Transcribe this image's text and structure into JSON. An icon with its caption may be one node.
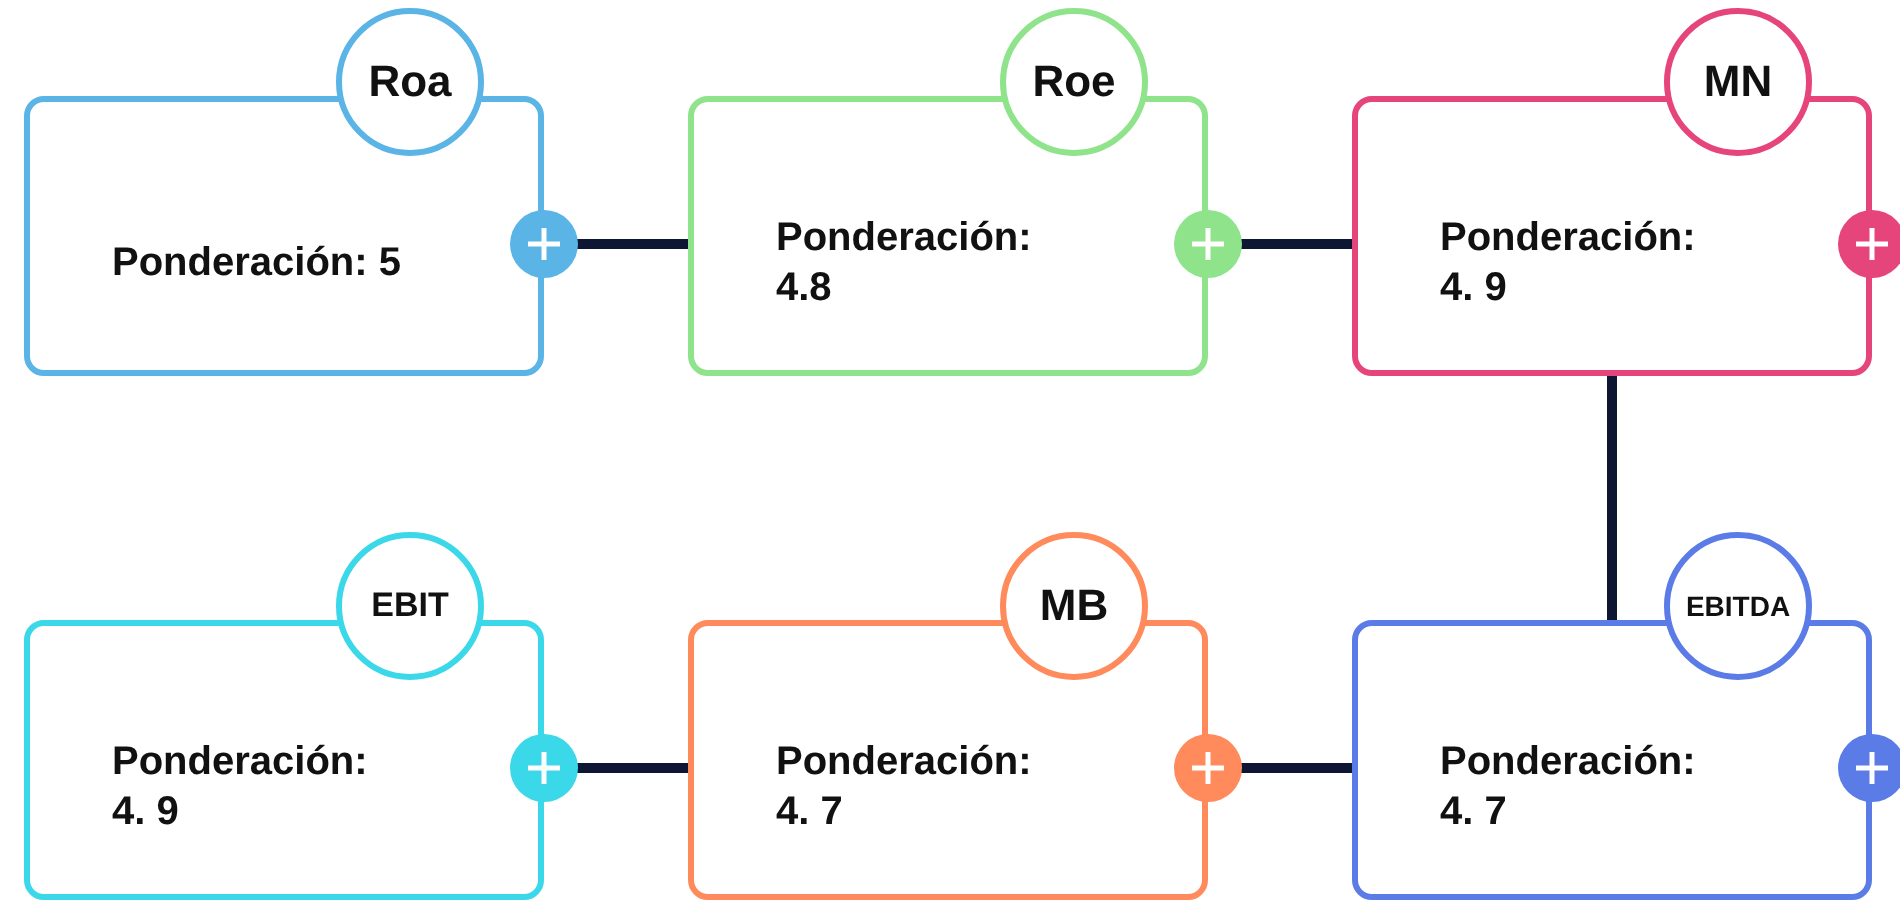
{
  "diagram": {
    "nodes": [
      {
        "text": [
          "Roa",
          "Ponderación: 5"
        ]
      },
      {
        "text": [
          "Roe",
          "Ponderación: 4.8"
        ]
      },
      {
        "text": [
          "MN",
          "Ponderación: 4. 9"
        ]
      },
      {
        "text": [
          "EBIT",
          "Ponderación: 4. 9"
        ]
      },
      {
        "text": [
          "MB",
          "Ponderación: 4. 7"
        ]
      },
      {
        "text": [
          "EBITDA",
          "Ponderación: 4. 7"
        ]
      }
    ],
    "edges": [
      {
        "from": 0,
        "to": 1,
        "arrow": "none"
      },
      {
        "from": 1,
        "to": 2,
        "arrow": "none"
      },
      {
        "from": 2,
        "to": 5,
        "arrow": "none"
      },
      {
        "from": 5,
        "to": 4,
        "arrow": "none"
      },
      {
        "from": 4,
        "to": 3,
        "arrow": "none"
      }
    ]
  }
}
